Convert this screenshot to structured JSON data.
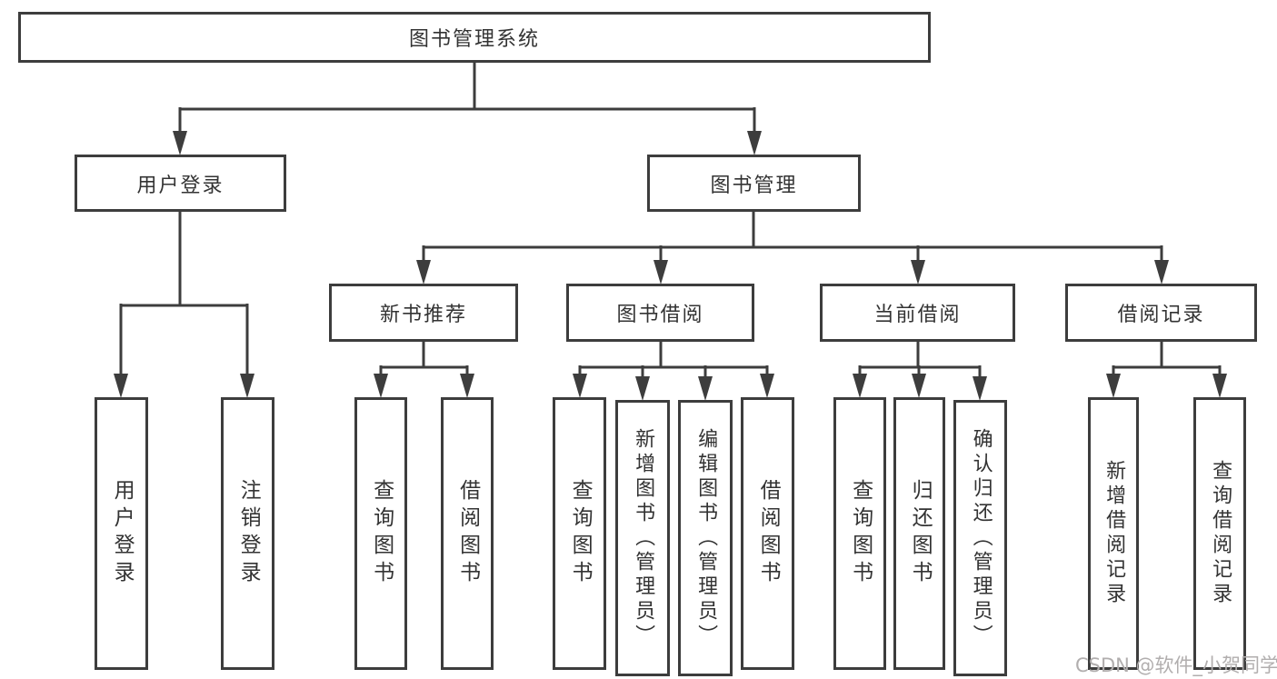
{
  "tree": {
    "root": {
      "label": "图书管理系统",
      "children": [
        {
          "label": "用户登录",
          "children": [
            {
              "label": "用户登录"
            },
            {
              "label": "注销登录"
            }
          ]
        },
        {
          "label": "图书管理",
          "children": [
            {
              "label": "新书推荐",
              "children": [
                {
                  "label": "查询图书"
                },
                {
                  "label": "借阅图书"
                }
              ]
            },
            {
              "label": "图书借阅",
              "children": [
                {
                  "label": "查询图书"
                },
                {
                  "label": "新增图书（管理员）"
                },
                {
                  "label": "编辑图书（管理员）"
                },
                {
                  "label": "借阅图书"
                }
              ]
            },
            {
              "label": "当前借阅",
              "children": [
                {
                  "label": "查询图书"
                },
                {
                  "label": "归还图书"
                },
                {
                  "label": "确认归还（管理员）"
                }
              ]
            },
            {
              "label": "借阅记录",
              "children": [
                {
                  "label": "新增借阅记录"
                },
                {
                  "label": "查询借阅记录"
                }
              ]
            }
          ]
        }
      ]
    }
  },
  "watermark": {
    "text": "CSDN @软件_小贺同学"
  },
  "colors": {
    "line": "#3d3d3d",
    "text": "#333333",
    "watermark": "#b1aeae"
  }
}
